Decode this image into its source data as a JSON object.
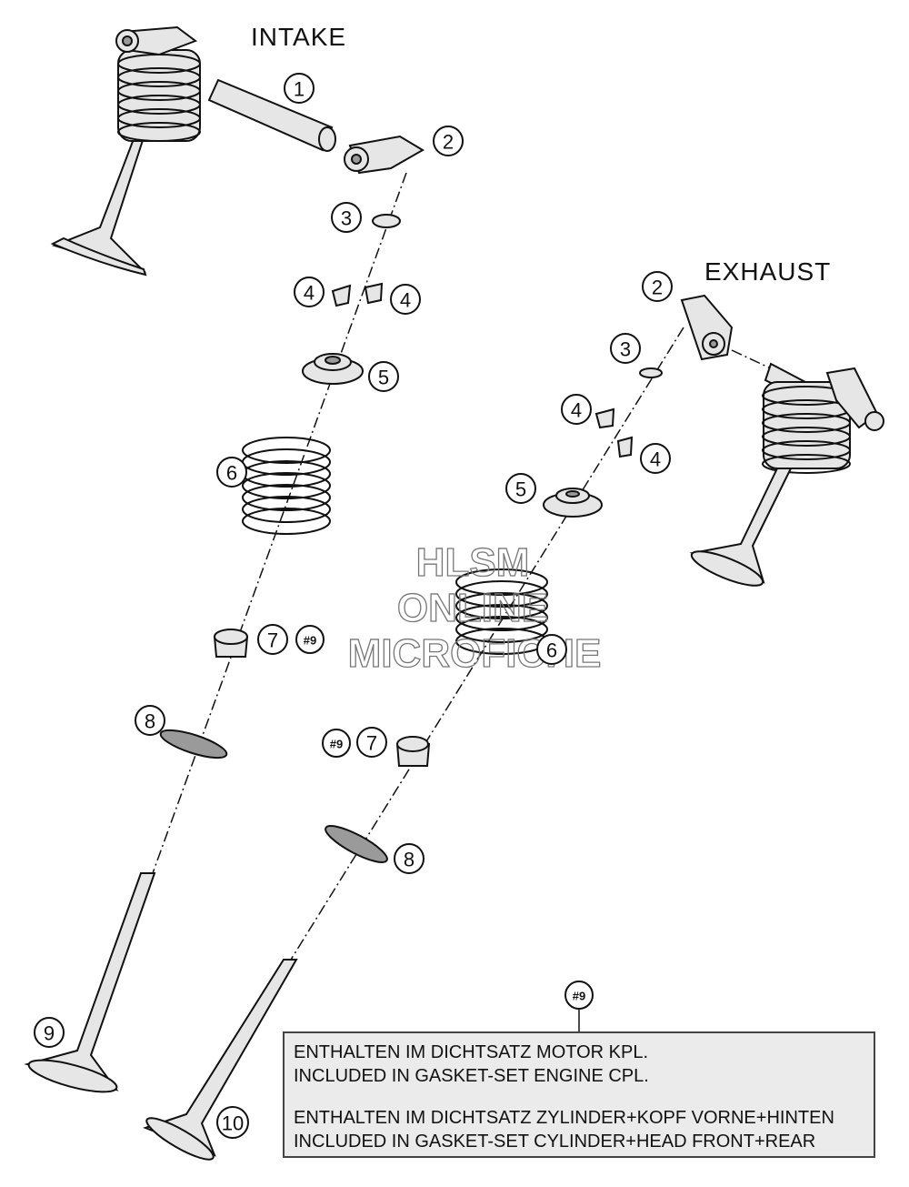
{
  "labels": {
    "intake": "INTAKE",
    "exhaust": "EXHAUST"
  },
  "callouts": {
    "c1": "1",
    "c2": "2",
    "c3": "3",
    "c4": "4",
    "c5": "5",
    "c6": "6",
    "c7": "7",
    "c8": "8",
    "c9": "9",
    "c10": "10",
    "ref9": "#9"
  },
  "watermark": {
    "line1": "HLSM",
    "line2": "ONLINE",
    "line3": "MICROFICHE"
  },
  "note": {
    "reference": "#9",
    "line1": "ENTHALTEN IM DICHTSATZ MOTOR KPL.",
    "line2": "INCLUDED IN GASKET-SET ENGINE CPL.",
    "line3": "ENTHALTEN IM DICHTSATZ ZYLINDER+KOPF VORNE+HINTEN",
    "line4": "INCLUDED IN GASKET-SET CYLINDER+HEAD FRONT+REAR"
  }
}
